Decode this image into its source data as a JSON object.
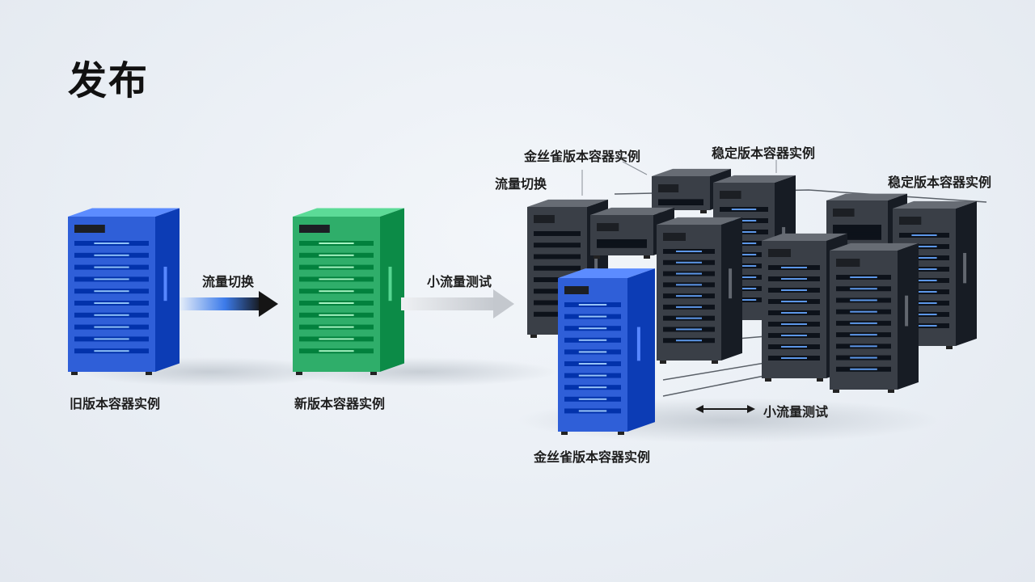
{
  "page": {
    "title": "发布"
  },
  "labels": {
    "old_instance": "旧版本容器实例",
    "new_instance": "新版本容器实例",
    "switch_traffic": "流量切换",
    "small_traffic_test": "小流量测试",
    "canary_top": "金丝雀版本容器实例",
    "cluster_switch": "流量切换",
    "stable_top": "稳定版本容器实例",
    "stable_right": "稳定版本容器实例",
    "small_traffic_test_bottom": "小流量测试",
    "canary_bottom": "金丝雀版本容器实例"
  },
  "colors": {
    "old": "#2f5fd8",
    "new": "#2fae6a",
    "canary": "#2f5fd8",
    "stable": "#3a3f47",
    "arrow_dark": "#1a1a1a",
    "arrow_light": "#c9ccd1"
  }
}
